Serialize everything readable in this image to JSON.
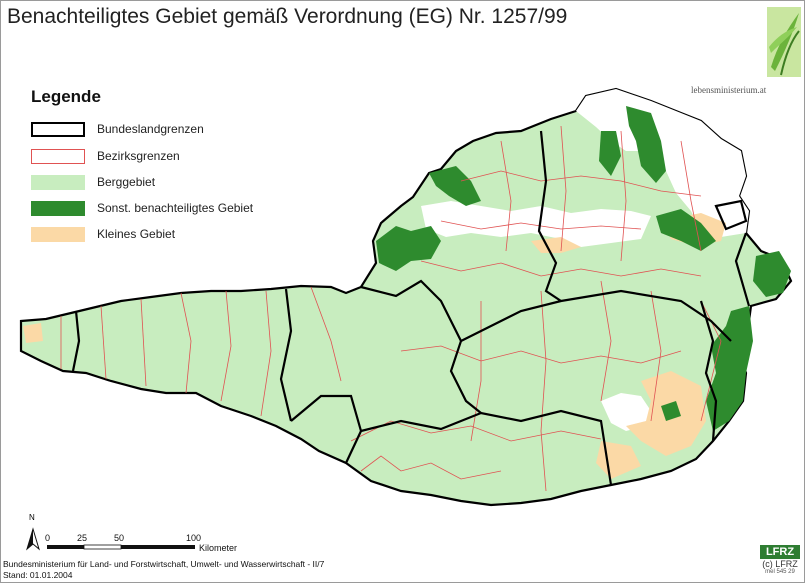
{
  "title": "Benachteiligtes Gebiet gemäß Verordnung (EG) Nr. 1257/99",
  "legend": {
    "title": "Legende",
    "items": [
      {
        "label": "Bundeslandgrenzen",
        "fill": "#ffffff",
        "stroke": "#000000",
        "kind": "state-border"
      },
      {
        "label": "Bezirksgrenzen",
        "fill": "#ffffff",
        "stroke": "#e05252",
        "kind": "district-border"
      },
      {
        "label": "Berggebiet",
        "fill": "#c8edbf",
        "stroke": "#c8edbf",
        "kind": "mountain-area"
      },
      {
        "label": "Sonst. benachteiligtes Gebiet",
        "fill": "#2e8b2e",
        "stroke": "#2e8b2e",
        "kind": "other-disadvantaged"
      },
      {
        "label": "Kleines Gebiet",
        "fill": "#fbd9a6",
        "stroke": "#fbd9a6",
        "kind": "small-area"
      }
    ]
  },
  "logos": {
    "ministry": "lebensministerium.at",
    "lfrz": "LFRZ",
    "lfrz_copyright": "(c) LFRZ",
    "lfrz_note": "mel 545 29"
  },
  "scale_bar": {
    "north": "N",
    "ticks": [
      "0",
      "25",
      "50",
      "100"
    ],
    "unit": "Kilometer"
  },
  "footer": {
    "source": "Bundesministerium für Land- und Forstwirtschaft, Umwelt- und Wasserwirtschaft - II/7",
    "date": "Stand: 01.01.2004"
  },
  "colors": {
    "state_border": "#000000",
    "district_border": "#e05252",
    "mountain_area": "#c8edbf",
    "other_disadvantaged": "#2e8b2e",
    "small_area": "#fbd9a6",
    "unclassified": "#ffffff"
  }
}
